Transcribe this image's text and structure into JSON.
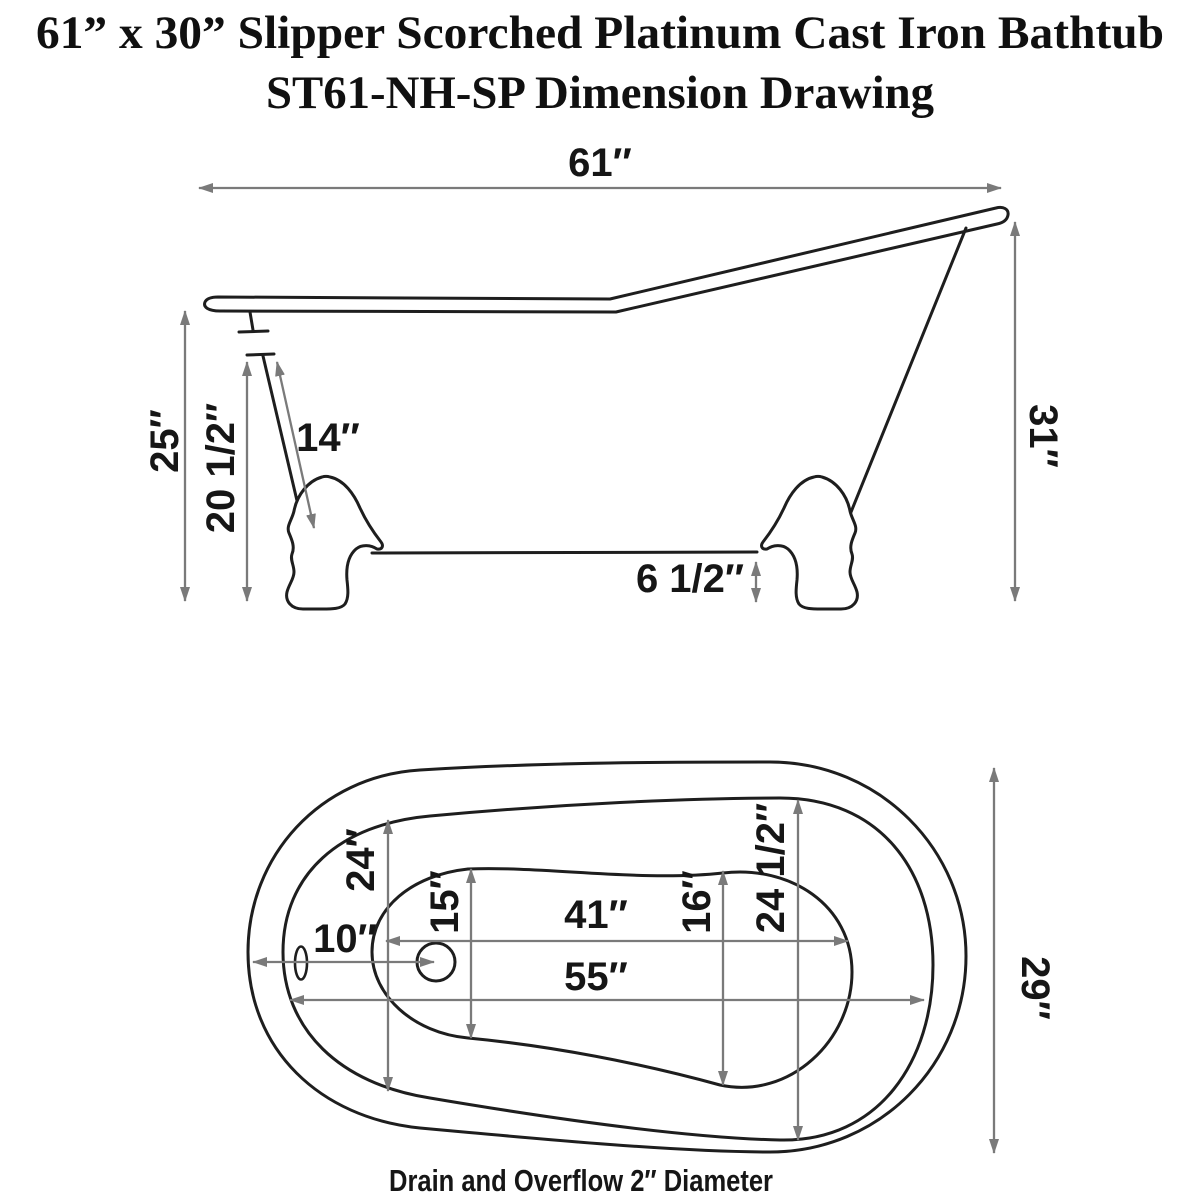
{
  "title": {
    "line1": "61” x 30” Slipper Scorched Platinum Cast Iron Bathtub",
    "line2": "ST61-NH-SP Dimension Drawing"
  },
  "colors": {
    "outline": "#1e1e1e",
    "dimension_line": "#7a7a7a",
    "text": "#161616",
    "background": "#ffffff"
  },
  "side_view": {
    "dims": {
      "overall_length": "61″",
      "height_front_rim": "25″",
      "wall_height": "20 1/2″",
      "slope_length": "14″",
      "height_back_rim": "31″",
      "underside_clearance": "6 1/2″"
    }
  },
  "top_view": {
    "dims": {
      "drain_offset": "10″",
      "rim_width_drain_end": "24″",
      "floor_width_drain_end": "15″",
      "floor_length": "41″",
      "opening_length": "55″",
      "floor_width_back_end": "16″",
      "rim_width_back_end": "24 1/2″",
      "overall_width": "29″"
    }
  },
  "caption": "Drain and Overflow 2″ Diameter"
}
